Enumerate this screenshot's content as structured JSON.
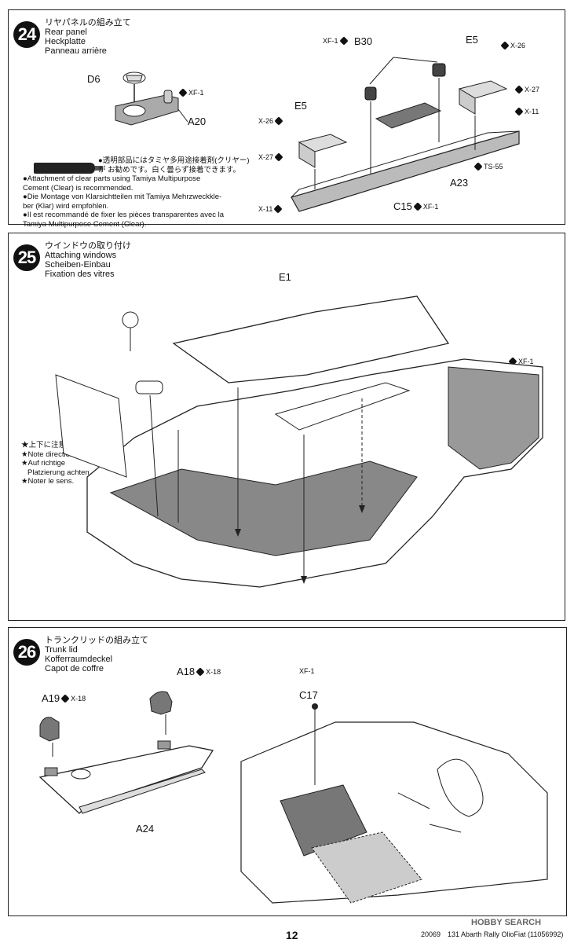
{
  "step24": {
    "number": "24",
    "title_jp": "リヤパネルの組み立て",
    "title_en": "Rear panel",
    "title_de": "Heckplatte",
    "title_fr": "Panneau arrière",
    "parts": {
      "d6": "D6",
      "a20": "A20",
      "b30": "B30",
      "e5": "E5",
      "e5b": "E5",
      "a23": "A23",
      "c15": "C15"
    },
    "paints": {
      "xf1a": "XF-1",
      "xf1b": "XF-1",
      "xf1c": "XF-1",
      "x26a": "X-26",
      "x26b": "X-26",
      "x27a": "X-27",
      "x27b": "X-27",
      "x11a": "X-11",
      "x11b": "X-11",
      "ts55": "TS-55"
    },
    "notes": [
      "●透明部品にはタミヤ多用途接着剤(クリヤー)",
      "が お勧めです。白く曇らず接着できます。",
      "●Attachment of clear parts using Tamiya Multipurpose",
      "Cement (Clear) is recommended.",
      "●Die Montage von Klarsichtteilen mit Tamiya Mehrzweckkle-",
      "ber (Klar) wird empfohlen.",
      "●Il est recommandé de fixer les pièces transparentes avec la",
      "Tamiya Multipurpose Cement (Clear)."
    ]
  },
  "step25": {
    "number": "25",
    "title_jp": "ウインドウの取り付け",
    "title_en": "Attaching windows",
    "title_de": "Scheiben-Einbau",
    "title_fr": "Fixation des vitres",
    "parts": {
      "e1": "E1"
    },
    "paints": {
      "xf1": "XF-1"
    },
    "direction_notes": [
      "★上下に注意。",
      "★Note direction.",
      "★Auf richtige",
      "Platzierung achten.",
      "★Noter le sens."
    ]
  },
  "step26": {
    "number": "26",
    "title_jp": "トランクリッドの組み立て",
    "title_en": "Trunk lid",
    "title_de": "Kofferraumdeckel",
    "title_fr": "Capot de coffre",
    "parts": {
      "a18": "A18",
      "a19": "A19",
      "a24": "A24",
      "c17": "C17"
    },
    "paints": {
      "x18a": "X-18",
      "x18b": "X-18",
      "xf1": "XF-1"
    }
  },
  "footer": {
    "page": "12",
    "code": "20069",
    "product": "131 Abarth Rally OlioFiat (11056992)",
    "watermark": "HOBBY SEARCH"
  }
}
